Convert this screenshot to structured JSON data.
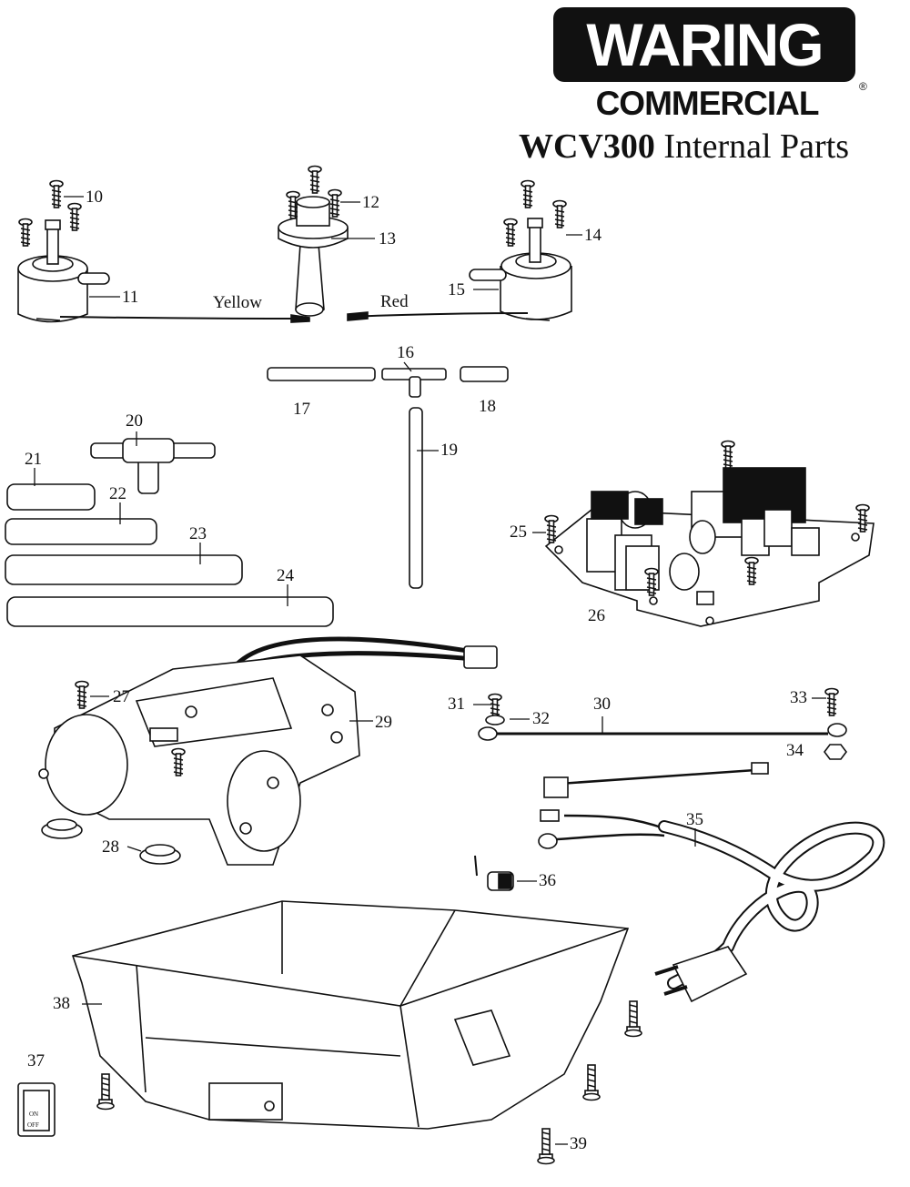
{
  "brand": {
    "logo_top": "WARING",
    "logo_bottom": "COMMERCIAL",
    "registered_mark": "®"
  },
  "title": {
    "model": "WCV300",
    "subtitle": "Internal Parts"
  },
  "wires": {
    "yellow": "Yellow",
    "red": "Red"
  },
  "callouts": [
    "10",
    "11",
    "12",
    "13",
    "14",
    "15",
    "16",
    "17",
    "18",
    "19",
    "20",
    "21",
    "22",
    "23",
    "24",
    "25",
    "26",
    "27",
    "28",
    "29",
    "30",
    "31",
    "32",
    "33",
    "34",
    "35",
    "36",
    "37",
    "38",
    "39"
  ],
  "switch_text": {
    "on": "ON",
    "off": "OFF"
  }
}
